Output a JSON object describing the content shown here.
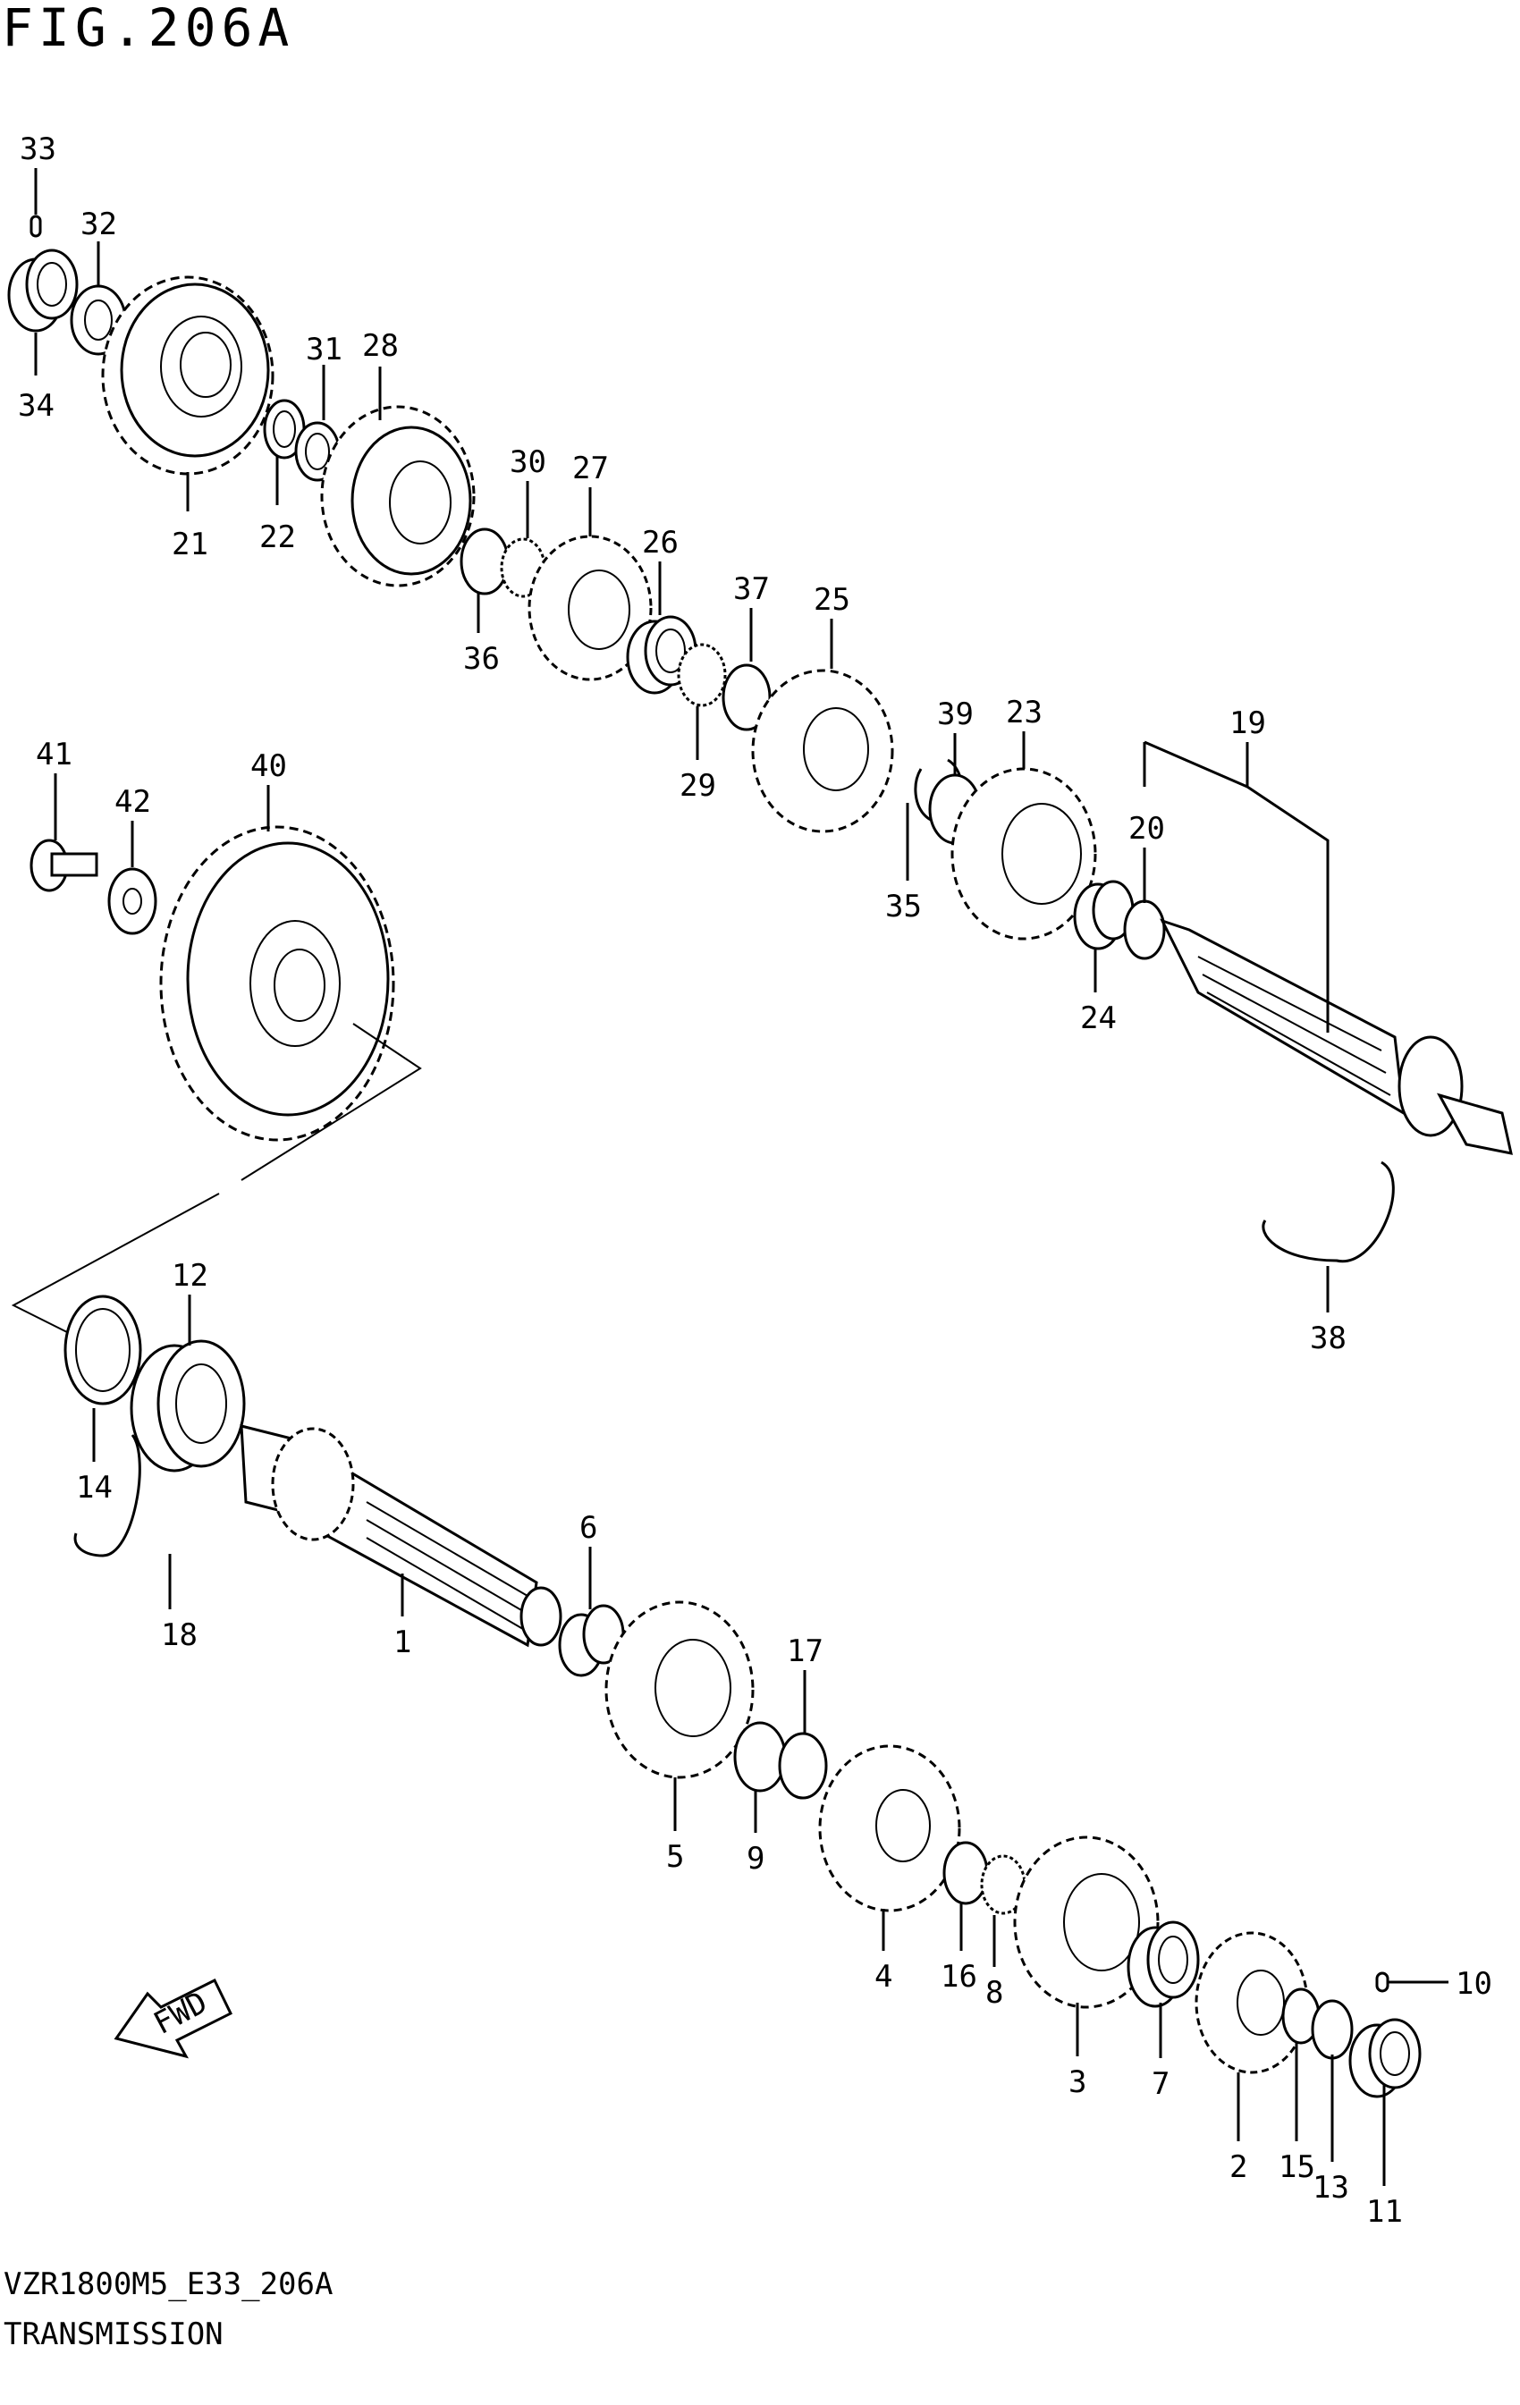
{
  "figure": {
    "title": "FIG.206A"
  },
  "footer": {
    "code": "VZR1800M5_E33_206A",
    "caption": "TRANSMISSION"
  },
  "fwd_label": "FWD",
  "callouts": [
    {
      "id": "p33",
      "label": "33"
    },
    {
      "id": "p32",
      "label": "32"
    },
    {
      "id": "p34",
      "label": "34"
    },
    {
      "id": "p31",
      "label": "31"
    },
    {
      "id": "p28",
      "label": "28"
    },
    {
      "id": "p21",
      "label": "21"
    },
    {
      "id": "p22",
      "label": "22"
    },
    {
      "id": "p30",
      "label": "30"
    },
    {
      "id": "p27",
      "label": "27"
    },
    {
      "id": "p36",
      "label": "36"
    },
    {
      "id": "p26",
      "label": "26"
    },
    {
      "id": "p37",
      "label": "37"
    },
    {
      "id": "p25",
      "label": "25"
    },
    {
      "id": "p29",
      "label": "29"
    },
    {
      "id": "p39",
      "label": "39"
    },
    {
      "id": "p23",
      "label": "23"
    },
    {
      "id": "p19",
      "label": "19"
    },
    {
      "id": "p35",
      "label": "35"
    },
    {
      "id": "p20",
      "label": "20"
    },
    {
      "id": "p24",
      "label": "24"
    },
    {
      "id": "p41",
      "label": "41"
    },
    {
      "id": "p42",
      "label": "42"
    },
    {
      "id": "p40",
      "label": "40"
    },
    {
      "id": "p38",
      "label": "38"
    },
    {
      "id": "p12",
      "label": "12"
    },
    {
      "id": "p14",
      "label": "14"
    },
    {
      "id": "p18",
      "label": "18"
    },
    {
      "id": "p1",
      "label": "1"
    },
    {
      "id": "p6",
      "label": "6"
    },
    {
      "id": "p17",
      "label": "17"
    },
    {
      "id": "p5",
      "label": "5"
    },
    {
      "id": "p9",
      "label": "9"
    },
    {
      "id": "p4",
      "label": "4"
    },
    {
      "id": "p16",
      "label": "16"
    },
    {
      "id": "p8",
      "label": "8"
    },
    {
      "id": "p3",
      "label": "3"
    },
    {
      "id": "p7",
      "label": "7"
    },
    {
      "id": "p2",
      "label": "2"
    },
    {
      "id": "p15",
      "label": "15"
    },
    {
      "id": "p13",
      "label": "13"
    },
    {
      "id": "p11",
      "label": "11"
    },
    {
      "id": "p10",
      "label": "10"
    }
  ]
}
